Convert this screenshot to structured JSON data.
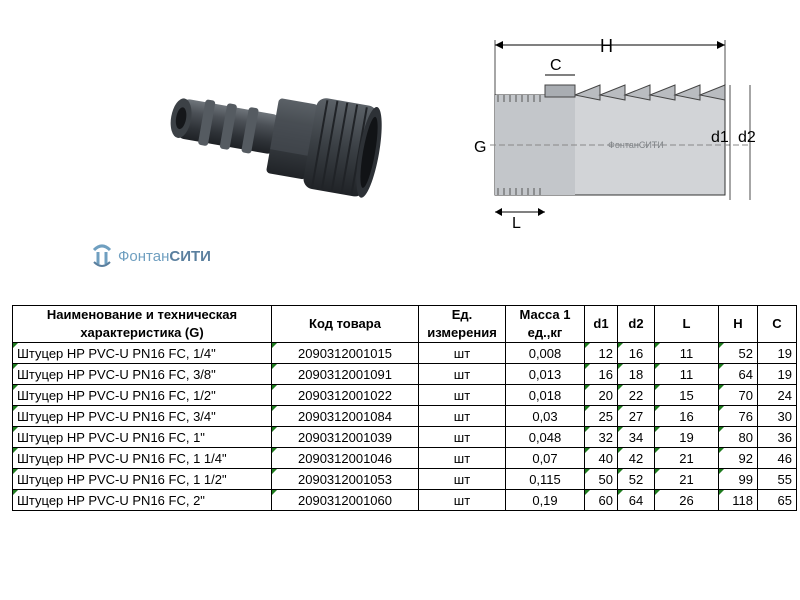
{
  "brand": {
    "prefix": "Фонтан",
    "suffix": "СИТИ",
    "prefix_color": "#6f9fc0",
    "suffix_color": "#5a7f9e"
  },
  "drawing": {
    "label_h": "H",
    "label_c": "C",
    "label_g": "G",
    "label_l": "L",
    "label_d1": "d1",
    "label_d2": "d2",
    "watermark": "ФонтанСИТИ"
  },
  "table": {
    "headers": [
      "Наименование и техническая характеристика (G)",
      "Код товара",
      "Ед. измерения",
      "Масса 1 ед.,кг",
      "d1",
      "d2",
      "L",
      "H",
      "C"
    ],
    "rows": [
      [
        "Штуцер HP PVC-U PN16 FC, 1/4\"",
        "2090312001015",
        "шт",
        "0,008",
        "12",
        "16",
        "11",
        "52",
        "19"
      ],
      [
        "Штуцер HP PVC-U PN16 FC, 3/8\"",
        "2090312001091",
        "шт",
        "0,013",
        "16",
        "18",
        "11",
        "64",
        "19"
      ],
      [
        "Штуцер HP PVC-U PN16 FC, 1/2\"",
        "2090312001022",
        "шт",
        "0,018",
        "20",
        "22",
        "15",
        "70",
        "24"
      ],
      [
        "Штуцер HP PVC-U PN16 FC, 3/4\"",
        "2090312001084",
        "шт",
        "0,03",
        "25",
        "27",
        "16",
        "76",
        "30"
      ],
      [
        "Штуцер HP PVC-U PN16 FC, 1\"",
        "2090312001039",
        "шт",
        "0,048",
        "32",
        "34",
        "19",
        "80",
        "36"
      ],
      [
        "Штуцер HP PVC-U PN16 FC, 1 1/4\"",
        "2090312001046",
        "шт",
        "0,07",
        "40",
        "42",
        "21",
        "92",
        "46"
      ],
      [
        "Штуцер HP PVC-U PN16 FC, 1 1/2\"",
        "2090312001053",
        "шт",
        "0,115",
        "50",
        "52",
        "21",
        "99",
        "55"
      ],
      [
        "Штуцер HP PVC-U PN16 FC, 2\"",
        "2090312001060",
        "шт",
        "0,19",
        "60",
        "64",
        "26",
        "118",
        "65"
      ]
    ]
  }
}
